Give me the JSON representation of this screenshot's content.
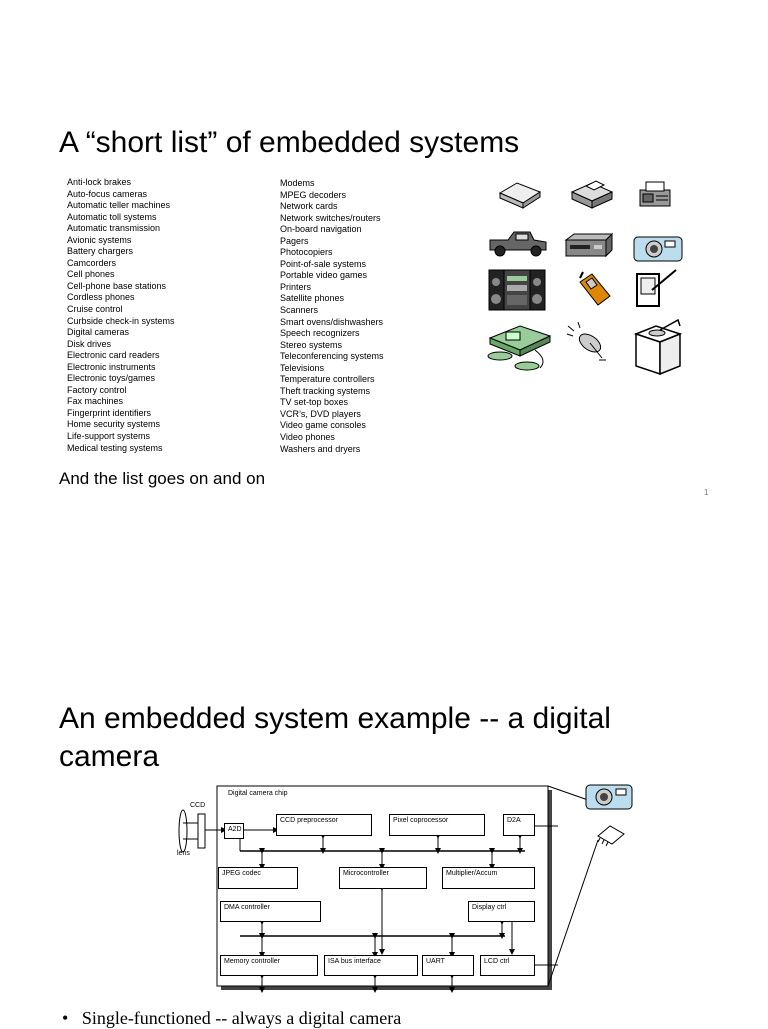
{
  "slide1": {
    "title": "A “short list” of embedded systems",
    "column1": [
      "Anti-lock brakes",
      "Auto-focus cameras",
      "Automatic teller machines",
      "Automatic toll systems",
      "Automatic transmission",
      "Avionic systems",
      "Battery chargers",
      "Camcorders",
      "Cell phones",
      "Cell-phone base stations",
      "Cordless phones",
      "Cruise control",
      "Curbside check-in systems",
      "Digital cameras",
      "Disk drives",
      "Electronic card readers",
      "Electronic instruments",
      "Electronic toys/games",
      "Factory control",
      "Fax machines",
      "Fingerprint identifiers",
      "Home security systems",
      "Life-support systems",
      "Medical testing systems"
    ],
    "column2": [
      "Modems",
      "MPEG decoders",
      "Network cards",
      "Network switches/routers",
      "On-board navigation",
      "Pagers",
      "Photocopiers",
      "Point-of-sale systems",
      "Portable video games",
      "Printers",
      "Satellite phones",
      "Scanners",
      "Smart ovens/dishwashers",
      "Speech recognizers",
      "Stereo systems",
      "Teleconferencing systems",
      "Televisions",
      "Temperature controllers",
      "Theft tracking systems",
      "TV set-top boxes",
      "VCR’s, DVD players",
      "Video game consoles",
      "Video phones",
      "Washers and dryers"
    ],
    "subtitle": "And the list goes on and on",
    "page_number": "1",
    "icons": [
      "scanner-icon",
      "printer-icon",
      "fax-machine-icon",
      "pickup-truck-icon",
      "vcr-icon",
      "digital-camera-icon",
      "stereo-system-icon",
      "cell-phone-icon",
      "pda-icon",
      "medical-device-icon",
      "satellite-dish-icon",
      "washing-machine-icon"
    ]
  },
  "slide2": {
    "title_line1": "An embedded system example -- a digital",
    "title_line2": "camera",
    "diagram": {
      "chip_label": "Digital camera chip",
      "ccd_label": "CCD",
      "lens_label": "lens",
      "blocks": {
        "a2d": "A2D",
        "ccd_preprocessor": "CCD preprocessor",
        "pixel_coprocessor": "Pixel coprocessor",
        "d2a": "D2A",
        "jpeg_codec": "JPEG codec",
        "microcontroller": "Microcontroller",
        "multiplier": "Multiplier/Accum",
        "dma_controller": "DMA controller",
        "display_ctrl": "Display ctrl",
        "memory_controller": "Memory controller",
        "isa_bus": "ISA bus interface",
        "uart": "UART",
        "lcd_ctrl": "LCD ctrl"
      }
    },
    "bullet": "Single-functioned -- always a digital camera"
  }
}
